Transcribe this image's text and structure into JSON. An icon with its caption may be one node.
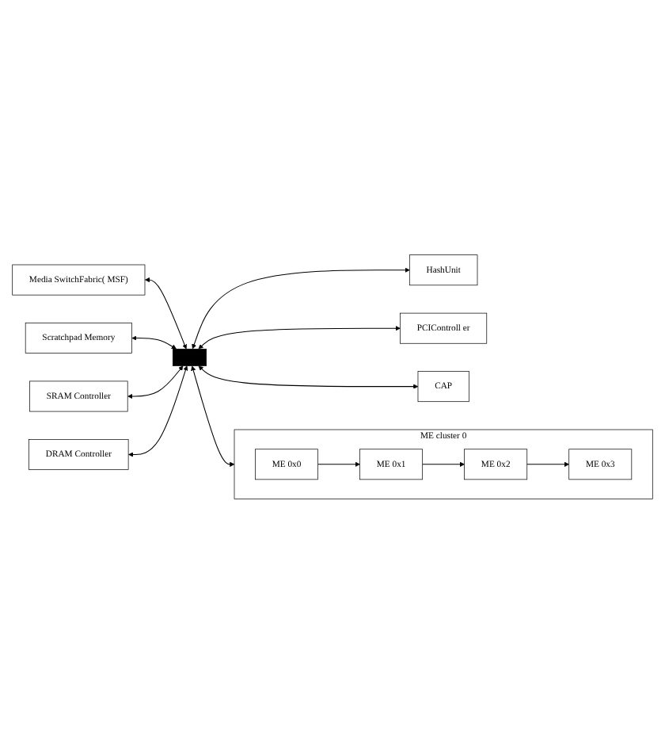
{
  "diagram": {
    "nodes": [
      {
        "text": [
          "Media SwitchFabric( MSF)"
        ]
      },
      {
        "text": [
          "Scratchpad Memory"
        ]
      },
      {
        "text": [
          "SRAM Controller"
        ]
      },
      {
        "text": [
          "DRAM Controller"
        ]
      },
      {
        "text": [],
        "shape": "bar"
      },
      {
        "text": [
          "HashUnit"
        ]
      },
      {
        "text": [
          "PCIControll er"
        ]
      },
      {
        "text": [
          "CAP"
        ]
      },
      {
        "text": [
          "ME cluster 0"
        ]
      },
      {
        "text": [
          "ME 0x1"
        ],
        "in": 8
      },
      {
        "text": [
          "ME 0x0"
        ],
        "in": 8
      },
      {
        "text": [
          "ME 0x2"
        ],
        "in": 8
      },
      {
        "text": [
          "ME 0x3"
        ],
        "in": 8
      }
    ],
    "edges": [
      {
        "from": 0,
        "to": 4,
        "arrow": "both"
      },
      {
        "from": 1,
        "to": 4,
        "arrow": "both"
      },
      {
        "from": 2,
        "to": 4,
        "arrow": "both"
      },
      {
        "from": 3,
        "to": 4,
        "arrow": "both"
      },
      {
        "from": 4,
        "to": 5,
        "arrow": "both"
      },
      {
        "from": 4,
        "to": 6,
        "arrow": "both"
      },
      {
        "from": 4,
        "to": 7,
        "arrow": "both"
      },
      {
        "from": 4,
        "to": 8,
        "arrow": "both"
      },
      {
        "from": 10,
        "to": 9,
        "arrow": "to"
      },
      {
        "from": 9,
        "to": 11,
        "arrow": "to"
      },
      {
        "from": 11,
        "to": 12,
        "arrow": "to"
      }
    ]
  }
}
